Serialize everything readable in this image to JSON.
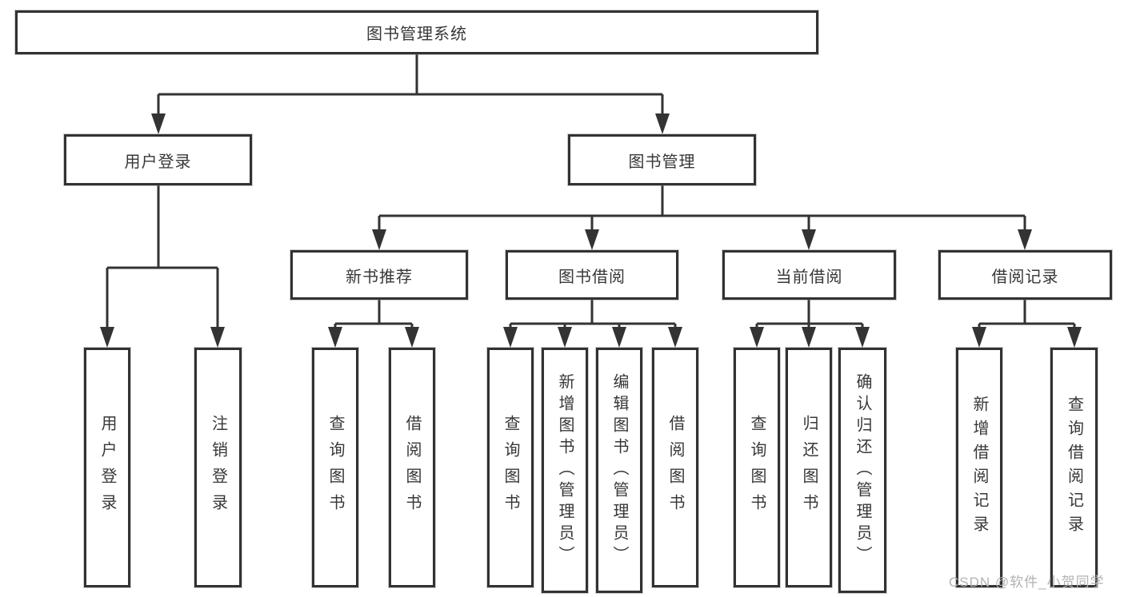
{
  "watermark": "CSDN @软件_小贺同学",
  "colors": {
    "line": "#333333",
    "box_border": "#323232",
    "text": "#373737",
    "watermark": "#b2b2b2",
    "background": "#ffffff"
  },
  "root": {
    "label": "图书管理系统",
    "children": [
      {
        "label": "用户登录",
        "children": [
          {
            "label": "用户登录"
          },
          {
            "label": "注销登录"
          }
        ]
      },
      {
        "label": "图书管理",
        "children": [
          {
            "label": "新书推荐",
            "children": [
              {
                "label": "查询图书"
              },
              {
                "label": "借阅图书"
              }
            ]
          },
          {
            "label": "图书借阅",
            "children": [
              {
                "label": "查询图书"
              },
              {
                "label": "新增图书（管理员）"
              },
              {
                "label": "编辑图书（管理员）"
              },
              {
                "label": "借阅图书"
              }
            ]
          },
          {
            "label": "当前借阅",
            "children": [
              {
                "label": "查询图书"
              },
              {
                "label": "归还图书"
              },
              {
                "label": "确认归还（管理员）"
              }
            ]
          },
          {
            "label": "借阅记录",
            "children": [
              {
                "label": "新增借阅记录"
              },
              {
                "label": "查询借阅记录"
              }
            ]
          }
        ]
      }
    ]
  }
}
